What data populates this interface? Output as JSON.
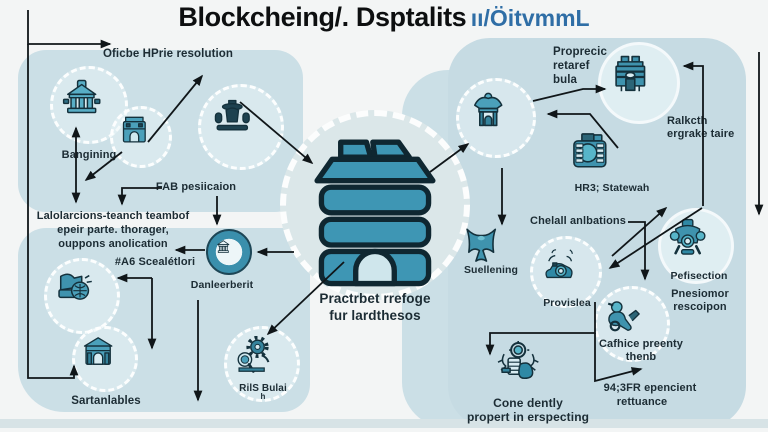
{
  "title": {
    "main": "Blockcheing/. Dsptalits",
    "suffix": "ıı/ÖitvmmL"
  },
  "colors": {
    "teal": "#3f93ae",
    "outline": "#14313c",
    "panel": "#cbdfe6",
    "title_blue": "#2f6ea6",
    "arrow": "#101619"
  },
  "left_panel": {
    "top_label": "Oficbe HPrie resolution",
    "banking_label": "Bangining",
    "fab_label": "FAB pesiicaion",
    "collab_line1": "Lalolarcions-teanch teambof",
    "collab_line2": "epeir parte. thorager,",
    "collab_line3": "ouppons anolication",
    "sceal_label": "#A6 Scealétlori",
    "sartan_label": "Sartanlables",
    "danleer_label": "Danleerberit",
    "rils_label": "RilS Bulai",
    "rils_sub": "h"
  },
  "center": {
    "caption_line1": "Practrbet rrefoge",
    "caption_line2": "fur lardthesos"
  },
  "right_panel": {
    "prop_line1": "Proprecic",
    "prop_line2": "retaref",
    "prop_line3": "bula",
    "ralk_line1": "Ralkcth",
    "ralk_line2": "ergrake taire",
    "hrs_label": "HR3; Statewah",
    "chelall_label": "Chelall anlbations",
    "suell_label": "Suellening",
    "prov_label": "Provislea",
    "pefis_label": "Pefisection",
    "pnes_line1": "Pnesiomor",
    "pnes_line2": "rescoipon",
    "caf_line1": "Cafhice preenty",
    "caf_line2": "thenb",
    "fr_line1": "94;3FR epencient",
    "fr_line2": "rettuance",
    "cone_line1": "Cone dently",
    "cone_line2": "propert in erspecting"
  },
  "icons": {
    "banking": "temple-bank-icon",
    "meeting": "person-at-desk-icon",
    "castle": "block-building-icon",
    "machine": "machine-globe-icon",
    "sartan": "arch-building-icon",
    "danleer": "mini-bank-icon",
    "gear": "gear-magnifier-icon",
    "center": "blockchain-stack-icon",
    "houseperson": "house-person-icon",
    "topbank": "striped-bank-icon",
    "hrs": "control-machine-icon",
    "suell": "crossed-garment-icon",
    "prov": "rotary-phone-icon",
    "pefis": "robot-icon",
    "cyclist": "cyclist-icon",
    "cone": "ornate-shield-icon"
  }
}
